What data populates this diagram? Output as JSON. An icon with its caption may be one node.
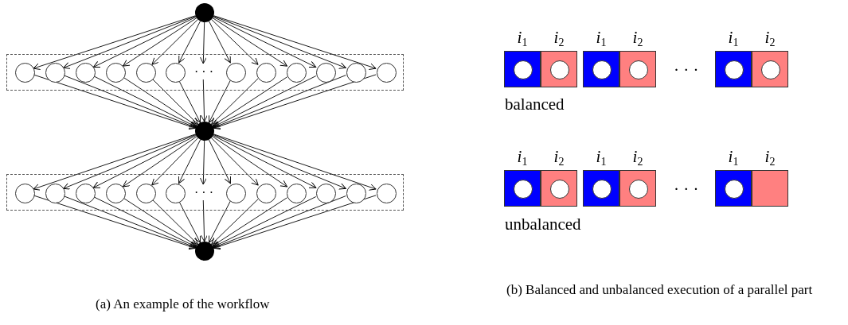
{
  "diagram": {
    "nodes": [
      {
        "text": [],
        "shape": "circle"
      },
      {
        "text": [],
        "shape": "band"
      },
      {
        "text": [],
        "shape": "circle",
        "in": 1
      },
      {
        "text": [],
        "shape": "circle",
        "in": 1
      },
      {
        "text": [],
        "shape": "circle",
        "in": 1
      },
      {
        "text": [],
        "shape": "circle",
        "in": 1
      },
      {
        "text": [],
        "shape": "circle",
        "in": 1
      },
      {
        "text": [],
        "shape": "circle",
        "in": 1
      },
      {
        "text": [
          "· · ·"
        ],
        "in": 1
      },
      {
        "text": [],
        "shape": "circle",
        "in": 1
      },
      {
        "text": [],
        "shape": "circle",
        "in": 1
      },
      {
        "text": [],
        "shape": "circle",
        "in": 1
      },
      {
        "text": [],
        "shape": "circle",
        "in": 1
      },
      {
        "text": [],
        "shape": "circle",
        "in": 1
      },
      {
        "text": [],
        "shape": "circle",
        "in": 1
      },
      {
        "text": [],
        "shape": "circle"
      },
      {
        "text": [],
        "shape": "band"
      },
      {
        "text": [],
        "shape": "circle",
        "in": 16
      },
      {
        "text": [],
        "shape": "circle",
        "in": 16
      },
      {
        "text": [],
        "shape": "circle",
        "in": 16
      },
      {
        "text": [],
        "shape": "circle",
        "in": 16
      },
      {
        "text": [],
        "shape": "circle",
        "in": 16
      },
      {
        "text": [],
        "shape": "circle",
        "in": 16
      },
      {
        "text": [
          "· · ·"
        ],
        "in": 16
      },
      {
        "text": [],
        "shape": "circle",
        "in": 16
      },
      {
        "text": [],
        "shape": "circle",
        "in": 16
      },
      {
        "text": [],
        "shape": "circle",
        "in": 16
      },
      {
        "text": [],
        "shape": "circle",
        "in": 16
      },
      {
        "text": [],
        "shape": "circle",
        "in": 16
      },
      {
        "text": [],
        "shape": "circle",
        "in": 16
      },
      {
        "text": [],
        "shape": "circle"
      },
      {
        "text": [],
        "shape": "box",
        "beside": [
          "i$_{1}$"
        ]
      },
      {
        "text": [],
        "shape": "circle",
        "in": 31
      },
      {
        "text": [],
        "shape": "box",
        "beside": [
          "i$_{2}$"
        ]
      },
      {
        "text": [],
        "shape": "circle",
        "in": 33
      },
      {
        "text": [],
        "shape": "box",
        "beside": [
          "i$_{1}$"
        ]
      },
      {
        "text": [],
        "shape": "circle",
        "in": 35
      },
      {
        "text": [],
        "shape": "box",
        "beside": [
          "i$_{2}$"
        ]
      },
      {
        "text": [],
        "shape": "circle",
        "in": 37
      },
      {
        "text": [],
        "shape": "box",
        "beside": [
          "i$_{1}$"
        ]
      },
      {
        "text": [],
        "shape": "circle",
        "in": 39
      },
      {
        "text": [],
        "shape": "box",
        "beside": [
          "i$_{2}$"
        ]
      },
      {
        "text": [],
        "shape": "circle",
        "in": 41
      },
      {
        "text": [],
        "shape": "box",
        "beside": [
          "i$_{1}$"
        ]
      },
      {
        "text": [],
        "shape": "circle",
        "in": 43
      },
      {
        "text": [],
        "shape": "box",
        "beside": [
          "i$_{2}$"
        ]
      },
      {
        "text": [],
        "shape": "circle",
        "in": 45
      },
      {
        "text": [],
        "shape": "box",
        "beside": [
          "i$_{1}$"
        ]
      },
      {
        "text": [],
        "shape": "circle",
        "in": 47
      },
      {
        "text": [],
        "shape": "box",
        "beside": [
          "i$_{2}$"
        ]
      },
      {
        "text": [],
        "shape": "circle",
        "in": 49
      },
      {
        "text": [],
        "shape": "box",
        "beside": [
          "i$_{1}$"
        ]
      },
      {
        "text": [],
        "shape": "circle",
        "in": 51
      },
      {
        "text": [],
        "shape": "box",
        "beside": [
          "i$_{2}$"
        ]
      }
    ],
    "edges": [
      {
        "from": 0,
        "to": 2,
        "arrow": "to"
      },
      {
        "from": 0,
        "to": 3,
        "arrow": "to"
      },
      {
        "from": 0,
        "to": 4,
        "arrow": "to"
      },
      {
        "from": 0,
        "to": 5,
        "arrow": "to"
      },
      {
        "from": 0,
        "to": 6,
        "arrow": "to"
      },
      {
        "from": 0,
        "to": 7,
        "arrow": "to"
      },
      {
        "from": 0,
        "to": 8,
        "arrow": "to"
      },
      {
        "from": 0,
        "to": 9,
        "arrow": "to"
      },
      {
        "from": 0,
        "to": 10,
        "arrow": "to"
      },
      {
        "from": 0,
        "to": 11,
        "arrow": "to"
      },
      {
        "from": 0,
        "to": 12,
        "arrow": "to"
      },
      {
        "from": 0,
        "to": 13,
        "arrow": "to"
      },
      {
        "from": 0,
        "to": 14,
        "arrow": "to"
      },
      {
        "from": 2,
        "to": 15,
        "arrow": "to"
      },
      {
        "from": 3,
        "to": 15,
        "arrow": "to"
      },
      {
        "from": 4,
        "to": 15,
        "arrow": "to"
      },
      {
        "from": 5,
        "to": 15,
        "arrow": "to"
      },
      {
        "from": 6,
        "to": 15,
        "arrow": "to"
      },
      {
        "from": 7,
        "to": 15,
        "arrow": "to"
      },
      {
        "from": 8,
        "to": 15,
        "arrow": "to"
      },
      {
        "from": 9,
        "to": 15,
        "arrow": "to"
      },
      {
        "from": 10,
        "to": 15,
        "arrow": "to"
      },
      {
        "from": 11,
        "to": 15,
        "arrow": "to"
      },
      {
        "from": 12,
        "to": 15,
        "arrow": "to"
      },
      {
        "from": 13,
        "to": 15,
        "arrow": "to"
      },
      {
        "from": 14,
        "to": 15,
        "arrow": "to"
      },
      {
        "from": 15,
        "to": 17,
        "arrow": "to"
      },
      {
        "from": 15,
        "to": 18,
        "arrow": "to"
      },
      {
        "from": 15,
        "to": 19,
        "arrow": "to"
      },
      {
        "from": 15,
        "to": 20,
        "arrow": "to"
      },
      {
        "from": 15,
        "to": 21,
        "arrow": "to"
      },
      {
        "from": 15,
        "to": 22,
        "arrow": "to"
      },
      {
        "from": 15,
        "to": 23,
        "arrow": "to"
      },
      {
        "from": 15,
        "to": 24,
        "arrow": "to"
      },
      {
        "from": 15,
        "to": 25,
        "arrow": "to"
      },
      {
        "from": 15,
        "to": 26,
        "arrow": "to"
      },
      {
        "from": 15,
        "to": 27,
        "arrow": "to"
      },
      {
        "from": 15,
        "to": 28,
        "arrow": "to"
      },
      {
        "from": 15,
        "to": 29,
        "arrow": "to"
      },
      {
        "from": 17,
        "to": 30,
        "arrow": "to"
      },
      {
        "from": 18,
        "to": 30,
        "arrow": "to"
      },
      {
        "from": 19,
        "to": 30,
        "arrow": "to"
      },
      {
        "from": 20,
        "to": 30,
        "arrow": "to"
      },
      {
        "from": 21,
        "to": 30,
        "arrow": "to"
      },
      {
        "from": 22,
        "to": 30,
        "arrow": "to"
      },
      {
        "from": 23,
        "to": 30,
        "arrow": "to"
      },
      {
        "from": 24,
        "to": 30,
        "arrow": "to"
      },
      {
        "from": 25,
        "to": 30,
        "arrow": "to"
      },
      {
        "from": 26,
        "to": 30,
        "arrow": "to"
      },
      {
        "from": 27,
        "to": 30,
        "arrow": "to"
      },
      {
        "from": 28,
        "to": 30,
        "arrow": "to"
      },
      {
        "from": 29,
        "to": 30,
        "arrow": "to"
      }
    ],
    "labels": [
      "· · ·",
      "balanced",
      "· · ·",
      "unbalanced",
      "(a) An example of the workflow",
      "(b) Balanced and unbalanced execution of a parallel part"
    ]
  }
}
